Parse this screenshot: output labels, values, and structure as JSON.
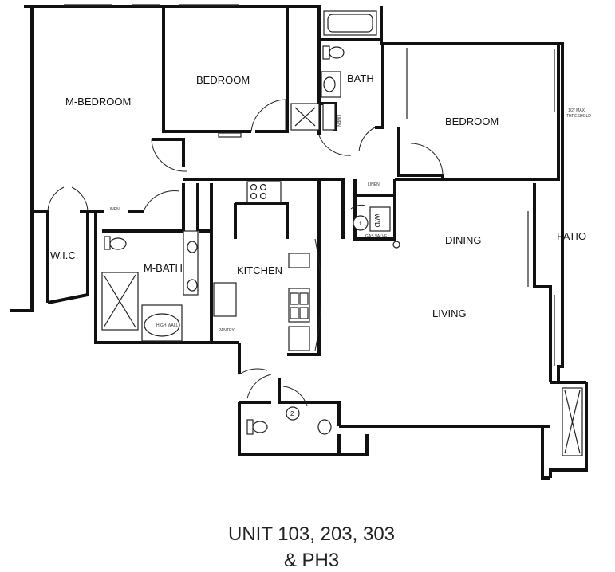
{
  "rooms": {
    "m_bedroom": "M-BEDROOM",
    "bedroom_1": "BEDROOM",
    "bath": "BATH",
    "bedroom_2": "BEDROOM",
    "wic": "W.I.C.",
    "m_bath": "M-BATH",
    "kitchen": "KITCHEN",
    "dining": "DINING",
    "patio": "PATIO",
    "living": "LIVING"
  },
  "labels": {
    "threshold_line1": "1/2\" MAX",
    "threshold_line2": "THRESHOLD",
    "linen_1": "LINEN",
    "linen_2": "LINEN",
    "linen_3": "LINEN",
    "wd": "W/D",
    "gas_valve": "GAS VALVE",
    "high_wall": "HIGH WALL",
    "pantry": "PANTRY",
    "marker_2": "2",
    "marker_1": "1"
  },
  "caption": {
    "line1": "UNIT 103, 203, 303",
    "line2": "& PH3"
  }
}
